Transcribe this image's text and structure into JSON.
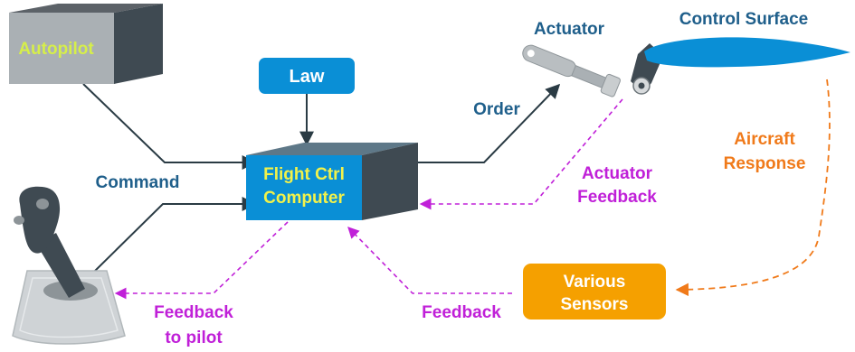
{
  "nodes": {
    "autopilot": "Autopilot",
    "law": "Law",
    "computer_line1": "Flight Ctrl",
    "computer_line2": "Computer",
    "actuator": "Actuator",
    "control_surface": "Control Surface",
    "sensors_line1": "Various",
    "sensors_line2": "Sensors"
  },
  "edges": {
    "command": "Command",
    "order": "Order",
    "actuator_feedback_line1": "Actuator",
    "actuator_feedback_line2": "Feedback",
    "aircraft_response_line1": "Aircraft",
    "aircraft_response_line2": "Response",
    "feedback": "Feedback",
    "feedback_pilot_line1": "Feedback",
    "feedback_pilot_line2": "to pilot"
  },
  "colors": {
    "signal_blue": "#1f5f8b",
    "box_blue": "#0a8fd6",
    "autopilot_text": "#d6ee4a",
    "computer_text": "#f2f24a",
    "feedback_magenta": "#c020d8",
    "response_orange": "#f07a1a",
    "sensors_orange": "#f5a000",
    "arrow_dark": "#2a3b44"
  }
}
